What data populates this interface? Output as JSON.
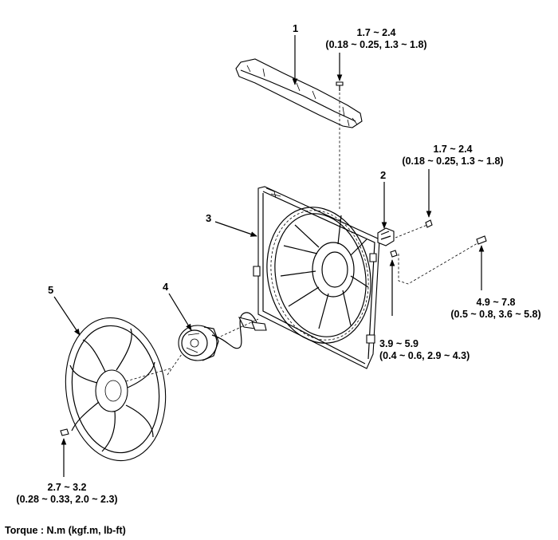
{
  "callouts": [
    {
      "id": "1",
      "part_number": "1"
    },
    {
      "id": "2",
      "part_number": "2"
    },
    {
      "id": "3",
      "part_number": "3"
    },
    {
      "id": "4",
      "part_number": "4"
    },
    {
      "id": "5",
      "part_number": "5"
    }
  ],
  "torque_specs": [
    {
      "id": "t1",
      "nm": "1.7 ~ 2.4",
      "detail": "(0.18 ~ 0.25, 1.3 ~ 1.8)"
    },
    {
      "id": "t2",
      "nm": "1.7 ~ 2.4",
      "detail": "(0.18 ~ 0.25, 1.3 ~ 1.8)"
    },
    {
      "id": "t3",
      "nm": "4.9 ~ 7.8",
      "detail": "(0.5 ~ 0.8, 3.6 ~ 5.8)"
    },
    {
      "id": "t4",
      "nm": "3.9 ~ 5.9",
      "detail": "(0.4 ~ 0.6, 2.9 ~ 4.3)"
    },
    {
      "id": "t5",
      "nm": "2.7 ~ 3.2",
      "detail": "(0.28 ~ 0.33, 2.0 ~ 2.3)"
    }
  ],
  "footer": {
    "torque_unit_note": "Torque : N.m (kgf.m, lb-ft)"
  }
}
